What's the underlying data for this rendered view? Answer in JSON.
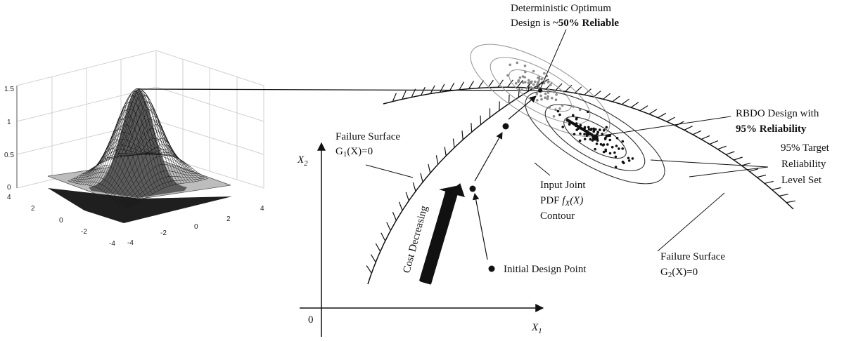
{
  "surface_plot": {
    "z_ticks": [
      "1.5",
      "1",
      "0.5",
      "0"
    ],
    "left_axis_ticks": [
      "4",
      "2",
      "0",
      "-2",
      "-4"
    ],
    "front_axis_ticks": [
      "-4",
      "-2",
      "0",
      "2",
      "4"
    ]
  },
  "axes": {
    "x_label": "X",
    "x_sub": "1",
    "y_label": "X",
    "y_sub": "2",
    "origin": "0"
  },
  "labels": {
    "deterministic_line1": "Deterministic Optimum",
    "deterministic_line2_prefix": "Design is ",
    "deterministic_line2_bold": "~50% Reliable",
    "rbdo_line1": "RBDO Design with",
    "rbdo_line2": "95% Reliability",
    "failure1_line1": "Failure Surface",
    "failure1_line2": "G",
    "failure1_sub": "1",
    "failure1_rest": "(X)=0",
    "target_line1": "95% Target",
    "target_line2": "Reliability",
    "target_line3": "Level Set",
    "pdf_line1": "Input Joint",
    "pdf_line2_prefix": "PDF ",
    "pdf_line2_f": "f",
    "pdf_line2_sub": "X",
    "pdf_line2_rest": "(X)",
    "pdf_line3": "Contour",
    "failure2_line1": "Failure Surface",
    "failure2_line2": "G",
    "failure2_sub": "2",
    "failure2_rest": "(X)=0",
    "initial": "Initial Design Point",
    "cost": "Cost Decreasing"
  },
  "colors": {
    "ink": "#111111",
    "grey_samples": "#8a8a8a",
    "grey_contour": "#9a9a9a"
  }
}
